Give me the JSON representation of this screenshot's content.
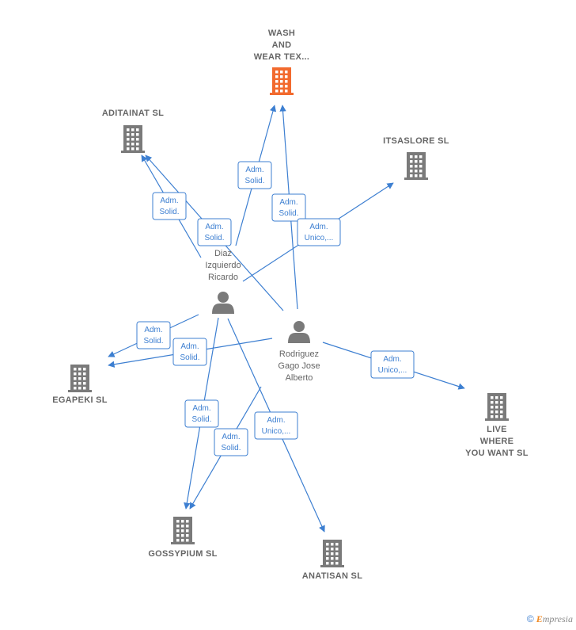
{
  "nodes": [
    {
      "id": "wash",
      "kind": "company",
      "highlight": true,
      "lines": [
        "WASH",
        "AND",
        "WEAR TEX..."
      ]
    },
    {
      "id": "aditainat",
      "kind": "company",
      "lines": [
        "ADITAINAT  SL"
      ]
    },
    {
      "id": "itsaslore",
      "kind": "company",
      "lines": [
        "ITSASLORE  SL"
      ]
    },
    {
      "id": "diaz",
      "kind": "person",
      "lines": [
        "Diaz",
        "Izquierdo",
        "Ricardo"
      ]
    },
    {
      "id": "rodriguez",
      "kind": "person",
      "lines": [
        "Rodriguez",
        "Gago Jose",
        "Alberto"
      ]
    },
    {
      "id": "egapeki",
      "kind": "company",
      "lines": [
        "EGAPEKI  SL"
      ]
    },
    {
      "id": "live",
      "kind": "company",
      "lines": [
        "LIVE",
        "WHERE",
        "YOU WANT  SL"
      ]
    },
    {
      "id": "gossypium",
      "kind": "company",
      "lines": [
        "GOSSYPIUM SL"
      ]
    },
    {
      "id": "anatisan",
      "kind": "company",
      "lines": [
        "ANATISAN  SL"
      ]
    }
  ],
  "edges": [
    {
      "from": "diaz",
      "to": "wash",
      "label": [
        "Adm.",
        "Solid."
      ]
    },
    {
      "from": "rodriguez",
      "to": "wash",
      "label": [
        "Adm.",
        "Solid."
      ]
    },
    {
      "from": "diaz",
      "to": "aditainat",
      "label": [
        "Adm.",
        "Solid."
      ]
    },
    {
      "from": "rodriguez",
      "to": "aditainat",
      "label": [
        "Adm.",
        "Solid."
      ]
    },
    {
      "from": "diaz",
      "to": "itsaslore",
      "label": [
        "Adm.",
        "Unico,..."
      ]
    },
    {
      "from": "diaz",
      "to": "egapeki",
      "label": [
        "Adm.",
        "Solid."
      ]
    },
    {
      "from": "rodriguez",
      "to": "egapeki",
      "label": [
        "Adm.",
        "Solid."
      ]
    },
    {
      "from": "rodriguez",
      "to": "live",
      "label": [
        "Adm.",
        "Unico,..."
      ]
    },
    {
      "from": "diaz",
      "to": "gossypium",
      "label": [
        "Adm.",
        "Solid."
      ]
    },
    {
      "from": "rodriguez",
      "to": "gossypium",
      "label": [
        "Adm.",
        "Solid."
      ]
    },
    {
      "from": "diaz",
      "to": "anatisan",
      "label": [
        "Adm.",
        "Unico,..."
      ]
    }
  ],
  "colors": {
    "edge": "#3d7fd1",
    "company_icon": "#7a7a7a",
    "company_highlight": "#f26a2e",
    "person_icon": "#7a7a7a",
    "label_text": "#666666"
  },
  "icons": {
    "company": "building-icon",
    "person": "person-icon"
  },
  "footer": {
    "copyright": "©",
    "brand_initial": "E",
    "brand_rest": "mpresia"
  }
}
